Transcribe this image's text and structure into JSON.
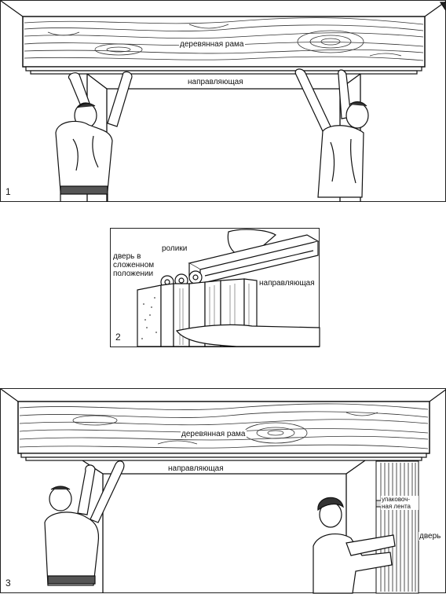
{
  "figure1": {
    "number": "1",
    "frame_label": "деревянная рама",
    "rail_label": "направляющая"
  },
  "figure2": {
    "number": "2",
    "rollers_label": "ролики",
    "door_label": "дверь в сложенном положении",
    "rail_label": "направляющая"
  },
  "figure3": {
    "number": "3",
    "frame_label": "деревянная рама",
    "rail_label": "направляющая",
    "tape_label": "упаковоч-ная лента",
    "door_label": "дверь"
  }
}
